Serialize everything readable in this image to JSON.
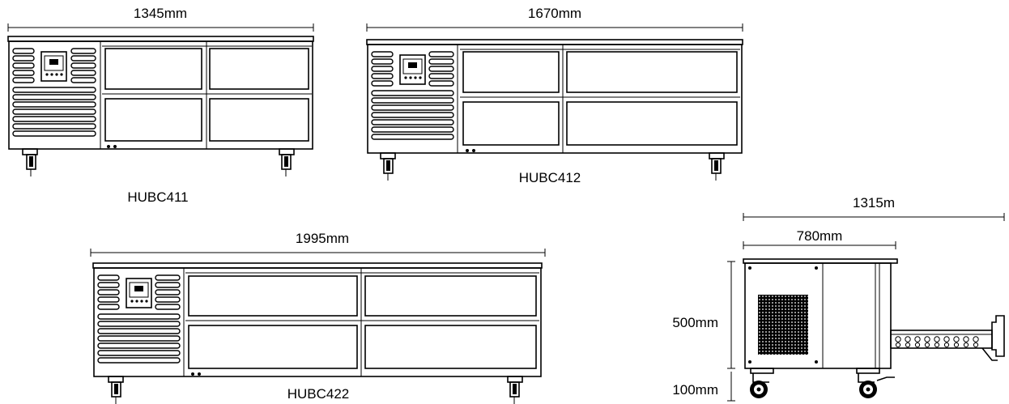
{
  "units": [
    {
      "model": "HUBC411",
      "width_label": "1345mm",
      "drawers": [
        1,
        1
      ]
    },
    {
      "model": "HUBC412",
      "width_label": "1670mm",
      "drawers": [
        1,
        2
      ]
    },
    {
      "model": "HUBC422",
      "width_label": "1995mm",
      "drawers": [
        1,
        1
      ]
    }
  ],
  "side_view": {
    "overall_width_label": "1315m",
    "depth_label": "780mm",
    "height_label": "500mm",
    "castor_label": "100mm"
  }
}
